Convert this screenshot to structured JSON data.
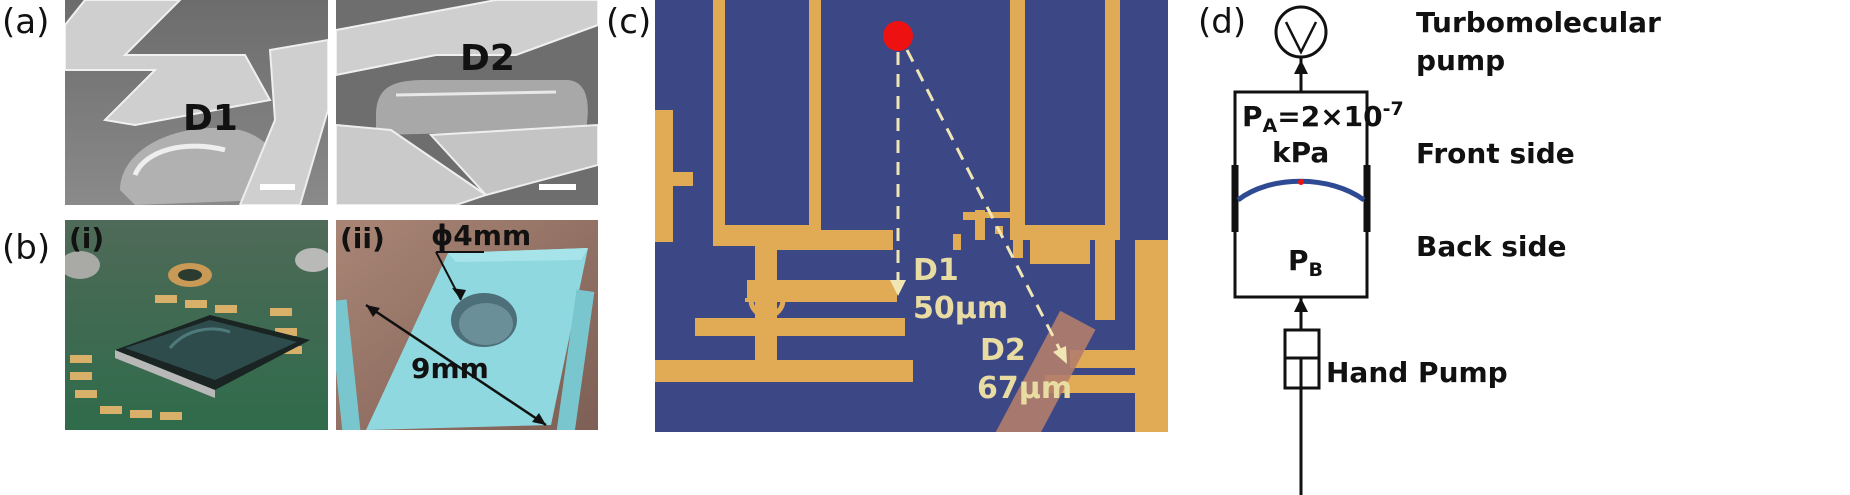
{
  "panel_labels": {
    "a": "(a)",
    "b": "(b)",
    "c": "(c)",
    "d": "(d)"
  },
  "panel_a": {
    "left_device": "D1",
    "right_device": "D2"
  },
  "panel_b": {
    "sub_i": "(i)",
    "sub_ii": "(ii)",
    "hole_diameter": "ϕ4mm",
    "chip_width": "9mm"
  },
  "panel_c": {
    "d1_name": "D1",
    "d1_distance": "50μm",
    "d2_name": "D2",
    "d2_distance": "67μm"
  },
  "panel_d": {
    "turbo_line1": "Turbomolecular",
    "turbo_line2": "pump",
    "pa_symbol": "P",
    "pa_sub": "A",
    "pa_value": "=2×10",
    "pa_exp": "-7",
    "pa_unit": "kPa",
    "front_side": "Front side",
    "back_side": "Back side",
    "pb_symbol": "P",
    "pb_sub": "B",
    "hand_pump": "Hand Pump"
  },
  "colors": {
    "wafer_blue": "#3c4786",
    "gold": "#e1aa55",
    "red_dot": "#ee1111",
    "membrane_blue": "#2e4a93",
    "chip_cyan": "#8fd8e0"
  }
}
